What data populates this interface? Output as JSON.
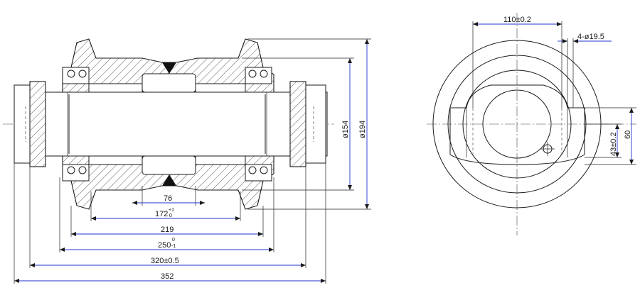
{
  "drawing": {
    "title": "",
    "front_view": {
      "dim_76": "76",
      "dim_172": "172",
      "dim_172_tol_upper": "+1",
      "dim_172_tol_lower": "0",
      "dim_219": "219",
      "dim_250": "250",
      "dim_250_tol_upper": "0",
      "dim_250_tol_lower": "-1",
      "dim_320": "320±0.5",
      "dim_352": "352",
      "dia_154": "ø154",
      "dia_194": "ø194"
    },
    "side_view": {
      "dim_110": "110±0.2",
      "dim_holes": "4-ø19.5",
      "dim_43": "43±0.2",
      "dim_60": "60"
    }
  }
}
